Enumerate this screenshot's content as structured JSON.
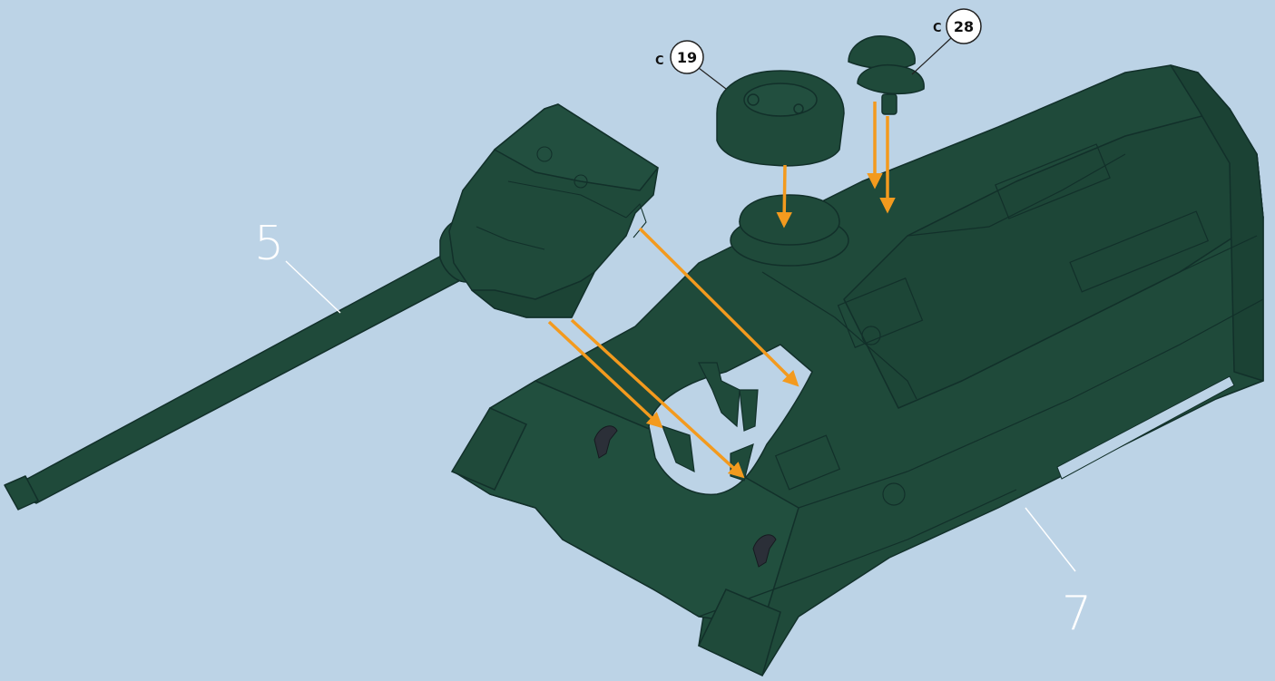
{
  "colors": {
    "background": "#bcd3e6",
    "part_fill": "#1f4a3a",
    "part_edge": "#12302a",
    "arrow": "#f39a1e",
    "leader_line": "#ffffff",
    "callout_circle_fill": "#ffffff",
    "callout_circle_stroke": "#222222",
    "callout_text": "#111111",
    "label_text": "#ffffff"
  },
  "labels": {
    "turret_part": "5",
    "hull_part": "7"
  },
  "callouts": [
    {
      "prefix": "C",
      "number": "19",
      "part": "hatch-dome"
    },
    {
      "prefix": "C",
      "number": "28",
      "part": "mushroom-vent"
    }
  ],
  "arrows": [
    {
      "name": "arrow-hatch-dome",
      "from": "C 19",
      "to": "hatch-ring"
    },
    {
      "name": "arrow-vent-left",
      "from": "C 28",
      "to": "hull-top"
    },
    {
      "name": "arrow-vent-right",
      "from": "C 28",
      "to": "hull-top"
    },
    {
      "name": "arrow-turret-right",
      "from": "5",
      "to": "turret-ring"
    },
    {
      "name": "arrow-turret-mid",
      "from": "5",
      "to": "turret-ring"
    },
    {
      "name": "arrow-turret-left",
      "from": "5",
      "to": "turret-ring"
    }
  ]
}
